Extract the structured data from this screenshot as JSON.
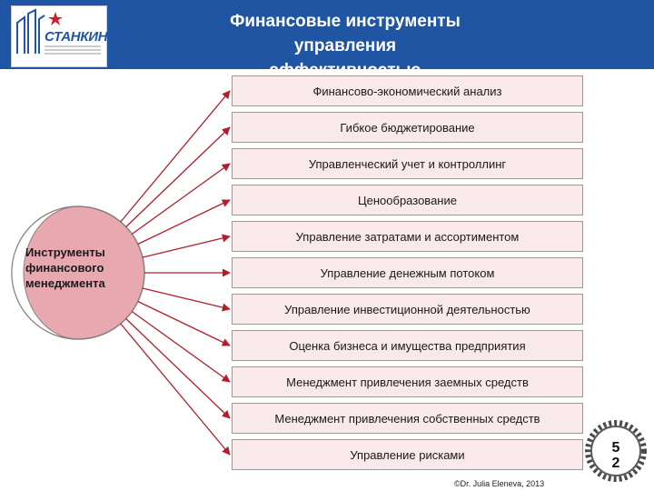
{
  "header": {
    "title_line1": "Финансовые инструменты управления",
    "title_line2": "эффективностью",
    "logo_text": "СТАНКИН",
    "background_color": "#1f55a3"
  },
  "center": {
    "label_line1": "Инструменты",
    "label_line2": "финансового",
    "label_line3": "менеджмента"
  },
  "items": [
    "Финансово-экономический анализ",
    "Гибкое бюджетирование",
    "Управленческий учет и контроллинг",
    "Ценообразование",
    "Управление затратами и ассортиментом",
    "Управление денежным потоком",
    "Управление инвестиционной деятельностью",
    "Оценка бизнеса и имущества предприятия",
    "Менеджмент привлечения заемных средств",
    "Менеджмент привлечения собственных средств",
    "Управление рисками"
  ],
  "footer": {
    "slide_number_line1": "5",
    "slide_number_line2": "2",
    "copyright": "©Dr. Julia Eleneva, 2013"
  },
  "colors": {
    "box_fill": "#fae9ea",
    "crescent": "#e8a8b0",
    "arrow": "#b11f2c"
  }
}
